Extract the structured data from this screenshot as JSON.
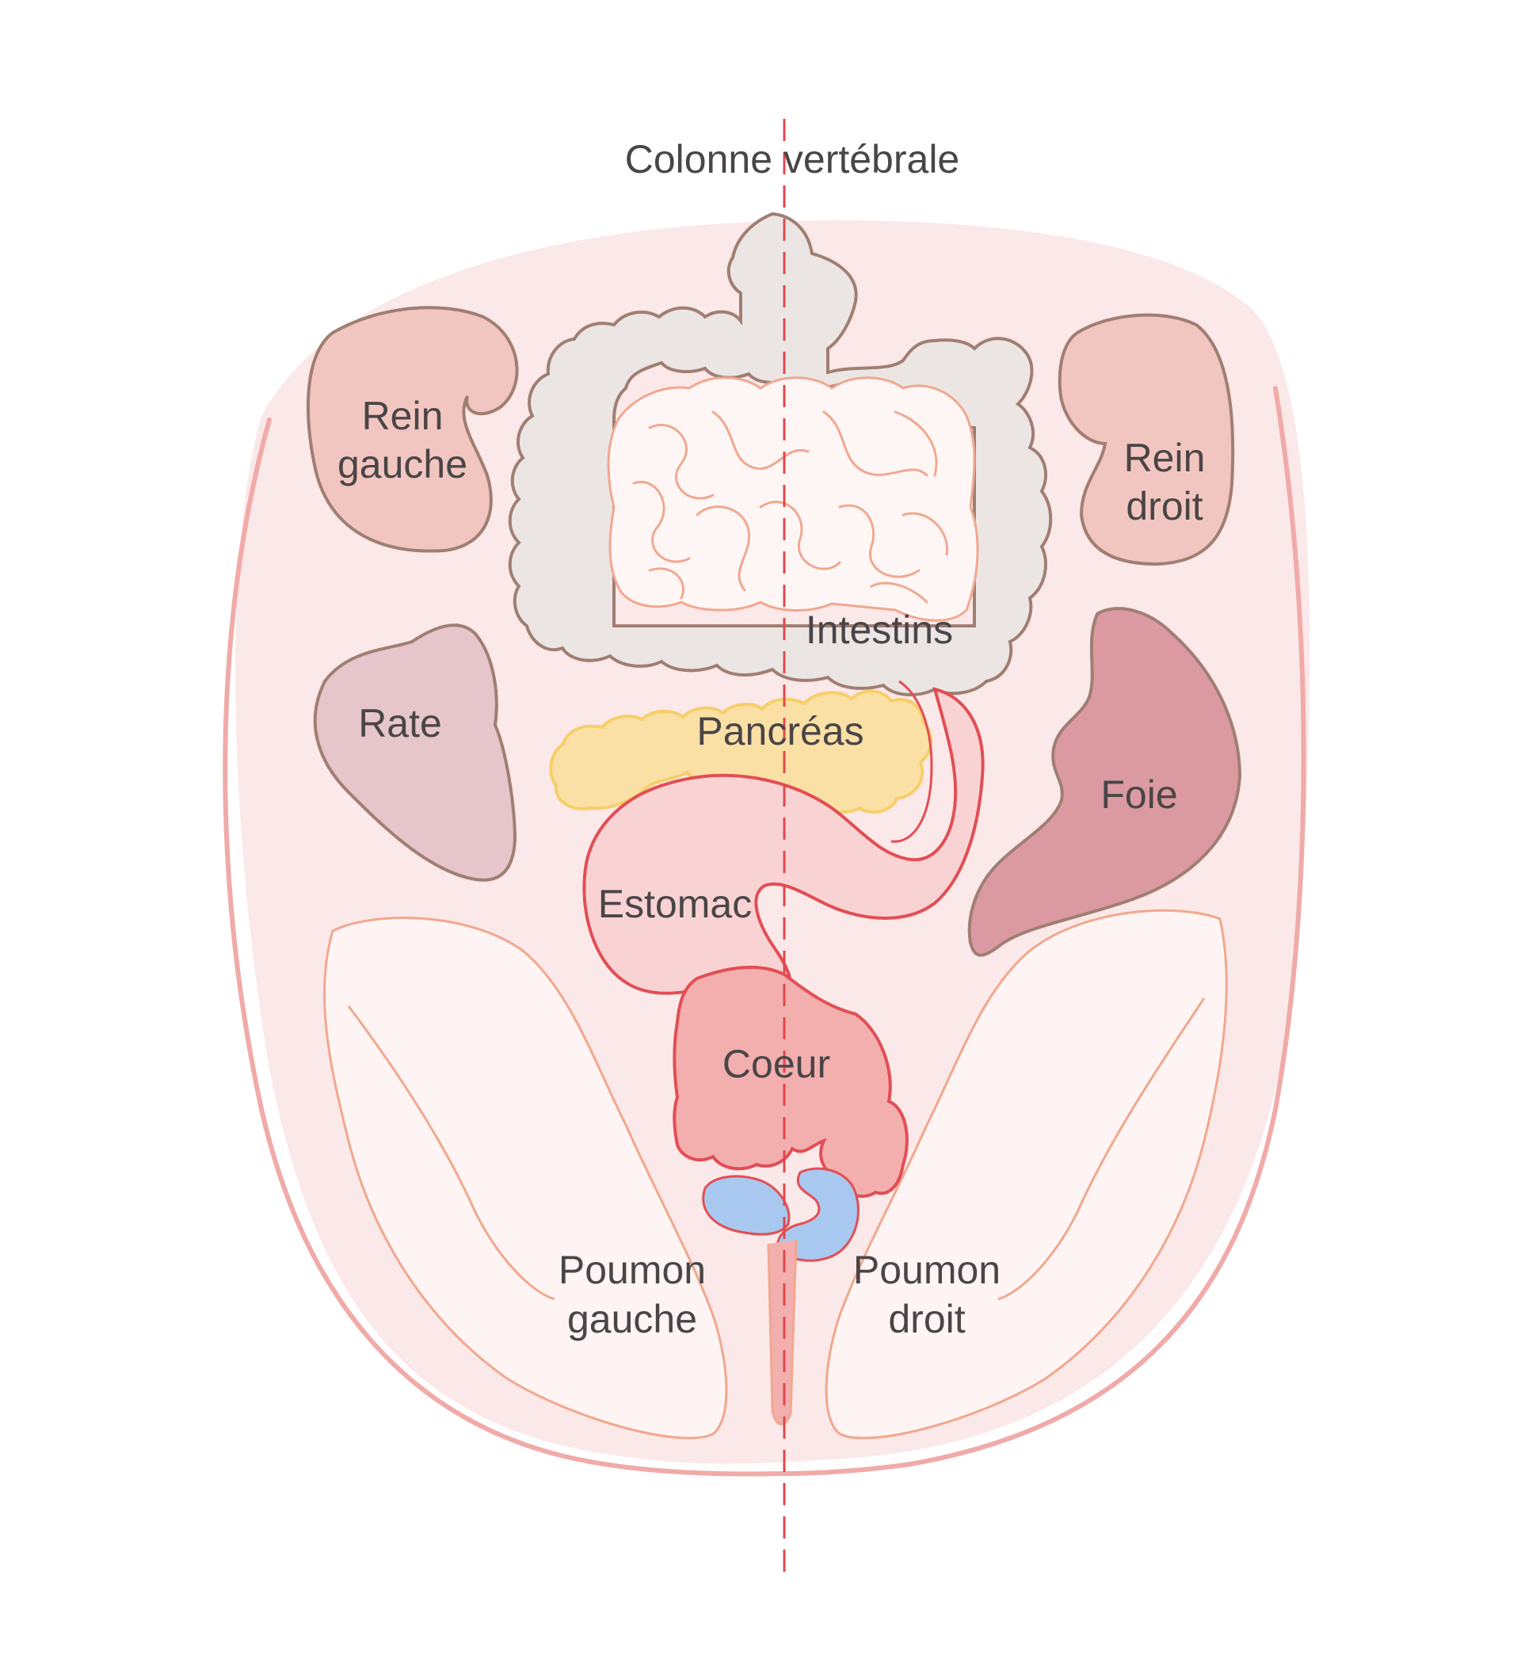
{
  "labels": {
    "spine": "Colonne vertébrale",
    "kidney_left": [
      "Rein",
      "gauche"
    ],
    "kidney_right": [
      "Rein",
      "droit"
    ],
    "intestines": "Intestins",
    "spleen": "Rate",
    "pancreas": "Pancréas",
    "liver": "Foie",
    "stomach": "Estomac",
    "heart": "Coeur",
    "lung_left": [
      "Poumon",
      "gauche"
    ],
    "lung_right": [
      "Poumon",
      "droit"
    ]
  },
  "colors": {
    "tongue_fill": "#fbe8e8",
    "tongue_outline": "#f0aaa8",
    "midline": "#e0484c",
    "kidney_fill": "#f2c6c0",
    "organ_stroke": "#a07e72",
    "colon_fill": "#ebe6e4",
    "small_intestine_fill": "#fef6f5",
    "small_intestine_stroke": "#f0a890",
    "spleen_fill": "#e6c6cb",
    "pancreas_fill": "#fbe0a6",
    "pancreas_stroke": "#f6cf6a",
    "liver_fill": "#db9aa1",
    "stomach_fill": "#f9d3d3",
    "stomach_stroke": "#e24e55",
    "heart_fill": "#f3aeae",
    "vessel_blue": "#a9c8ef",
    "lung_fill": "#fef4f3",
    "lung_stroke": "#f0a88e",
    "label_text": "#4a4547"
  }
}
